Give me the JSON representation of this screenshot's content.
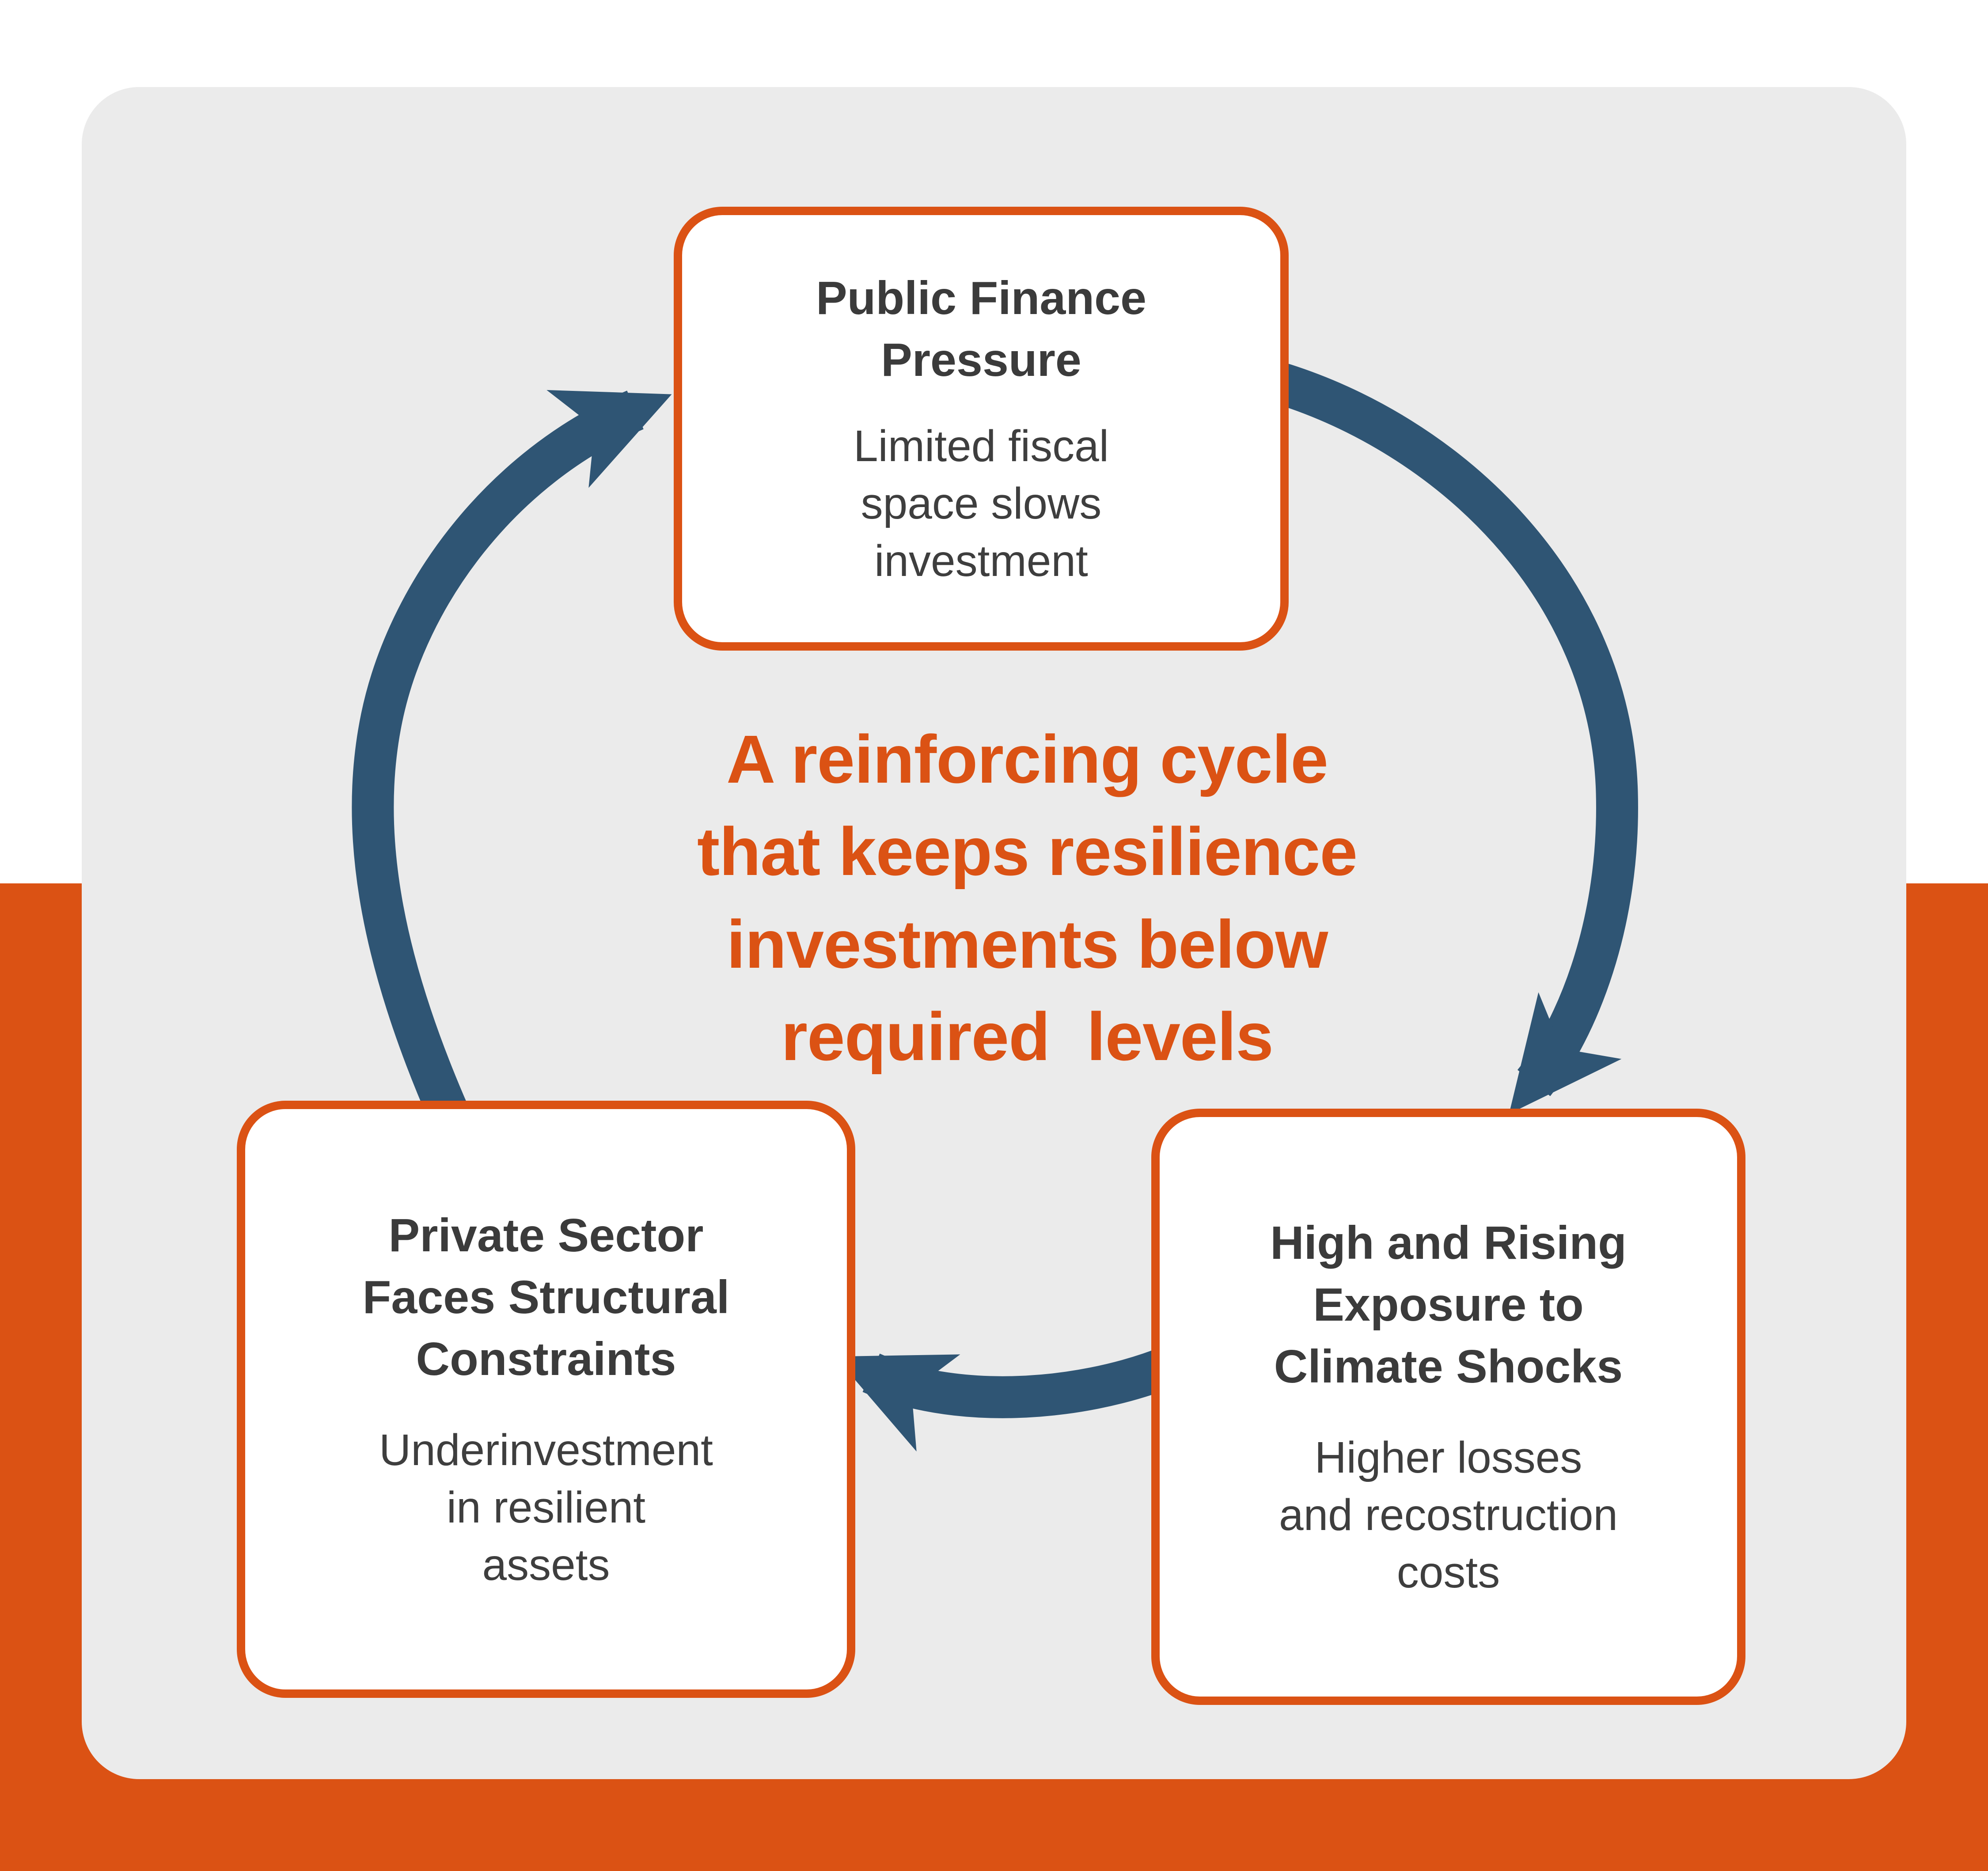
{
  "page": {
    "center_message": "A reinforcing cycle\nthat keeps resilience\ninvestments below\nrequired  levels"
  },
  "nodes": [
    {
      "id": "public-finance-pressure",
      "title": "Public Finance\nPressure",
      "body": "Limited fiscal\nspace slows\ninvestment"
    },
    {
      "id": "climate-shock-exposure",
      "title": "High and Rising\nExposure to\nClimate Shocks",
      "body": "Higher losses\nand recostruction\ncosts"
    },
    {
      "id": "private-sector-constraints",
      "title": "Private Sector\nFaces Structural\nConstraints",
      "body": "Underinvestment\nin resilient\nassets"
    }
  ],
  "arrows": [
    {
      "name": "arrow-public-finance-to-climate-shocks",
      "direction": "clockwise"
    },
    {
      "name": "arrow-climate-shocks-to-private-sector",
      "direction": "clockwise"
    },
    {
      "name": "arrow-private-sector-to-public-finance",
      "direction": "clockwise"
    }
  ],
  "colors": {
    "accent_orange": "#DB5214",
    "arrow_blue": "#2F5574",
    "card_gray": "#EBEBEB",
    "title_text": "#3B3B3B",
    "body_text": "#3E3E3E",
    "node_background": "#FFFFFF",
    "page_background": "#FFFFFF"
  }
}
